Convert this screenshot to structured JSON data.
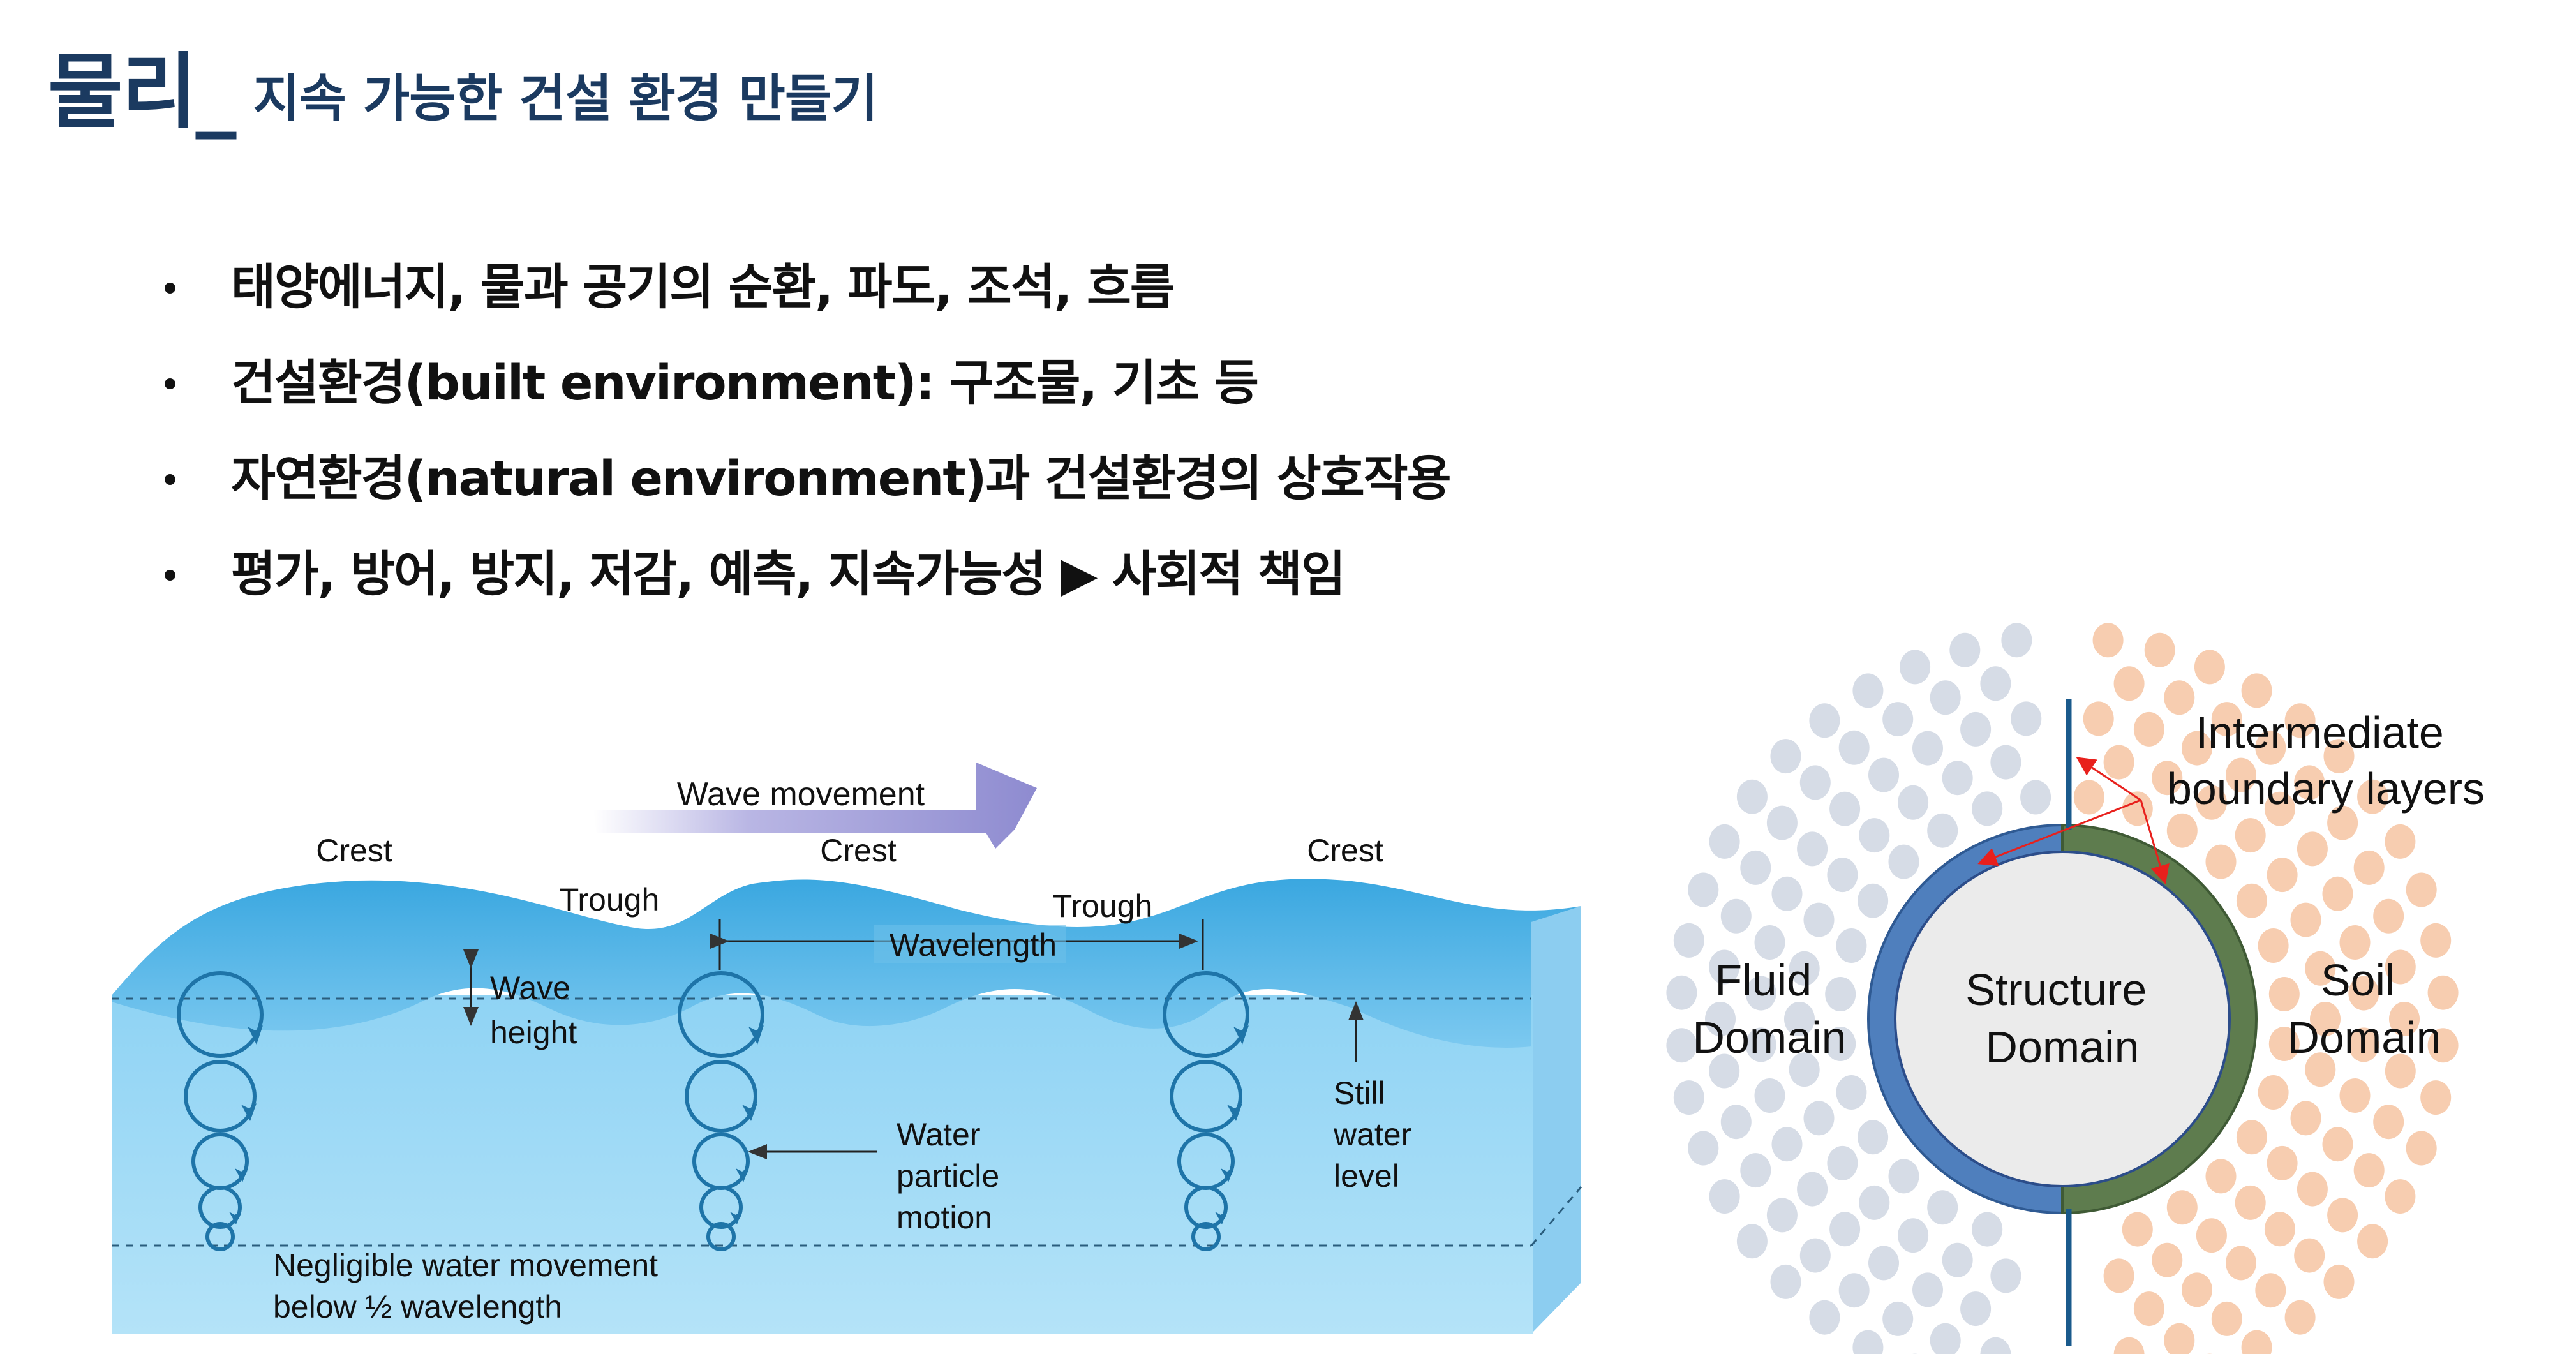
{
  "title": {
    "main": "물리_",
    "subtitle": "지속 가능한 건설 환경 만들기"
  },
  "bullets": [
    "태양에너지, 물과 공기의 순환, 파도, 조석, 흐름",
    "건설환경(built environment): 구조물, 기초 등",
    "자연환경(natural environment)과 건설환경의 상호작용",
    "평가, 방어, 방지, 저감, 예측, 지속가능성 ▶ 사회적 책임"
  ],
  "wave_diagram": {
    "wave_movement": "Wave movement",
    "crest_labels": [
      "Crest",
      "Crest",
      "Crest"
    ],
    "trough_labels": [
      "Trough",
      "Trough"
    ],
    "wavelength": "Wavelength",
    "wave_height": [
      "Wave",
      "height"
    ],
    "water_particle_motion": [
      "Water",
      "particle",
      "motion"
    ],
    "still_water_level": [
      "Still",
      "water",
      "level"
    ],
    "negligible": [
      "Negligible water movement",
      "below ½ wavelength"
    ],
    "colors": {
      "water_top": "#4bb3e6",
      "water_body": "#a6dcf6",
      "orbit": "#1e74a8",
      "arrow": "#9c9ad6"
    }
  },
  "interaction_diagram": {
    "intermediate": [
      "Intermediate",
      "boundary layers"
    ],
    "fluid": [
      "Fluid",
      "Domain"
    ],
    "structure": [
      "Structure",
      "Domain"
    ],
    "soil": [
      "Soil",
      "Domain"
    ],
    "colors": {
      "fluid_particles": "#d6dce6",
      "soil_particles": "#f7cdb0",
      "fluid_ring": "#4f7fbd",
      "soil_ring": "#5e7c4e",
      "core": "#ebebeb",
      "boundary_line": "#1a5a8c",
      "pointer": "#e8201c"
    }
  }
}
